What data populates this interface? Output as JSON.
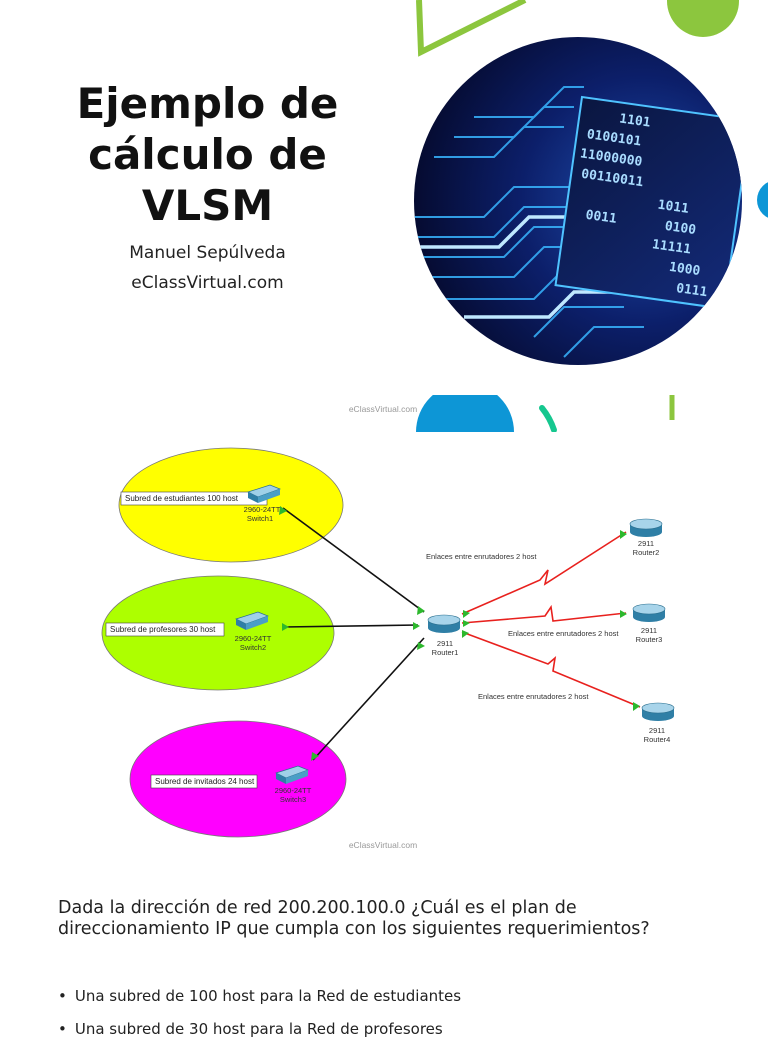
{
  "title_lines": [
    "Ejemplo de",
    "cálculo de",
    "VLSM"
  ],
  "author": "Manuel Sepúlveda",
  "site": "eClassVirtual.com",
  "colors": {
    "green": "#8cc63e",
    "blue": "#0d96d6",
    "teal": "#16c78f",
    "students_net": "#ffff00",
    "teachers_net": "#adff00",
    "guests_net": "#ff00ff",
    "wan_link": "#e8211e"
  },
  "circuit_binary": [
    "1101",
    "0100101",
    "11000000",
    "00110011",
    "1011",
    "0100",
    "11111",
    "0011",
    "1000",
    "0111"
  ],
  "diagram": {
    "watermark_top": "eClassVirtual.com",
    "watermark_bottom": "eClassVirtual.com",
    "networks": [
      {
        "label": "Subred de estudiantes 100 host",
        "switch_model": "2960-24TT",
        "switch_name": "Switch1"
      },
      {
        "label": "Subred de profesores 30 host",
        "switch_model": "2960-24TT",
        "switch_name": "Switch2"
      },
      {
        "label": "Subred de invitados 24 host",
        "switch_model": "2960-24TT",
        "switch_name": "Switch3"
      }
    ],
    "core_router": {
      "model": "2911",
      "name": "Router1"
    },
    "remote_routers": [
      {
        "model": "2911",
        "name": "Router2"
      },
      {
        "model": "2911",
        "name": "Router3"
      },
      {
        "model": "2911",
        "name": "Router4"
      }
    ],
    "link_labels": [
      "Enlaces entre enrutadores 2 host",
      "Enlaces entre enrutadores 2 host",
      "Enlaces entre enrutadores 2 host"
    ]
  },
  "question": "Dada la dirección de red 200.200.100.0 ¿Cuál es el plan de direccionamiento IP que cumpla con los siguientes requerimientos?",
  "requirements": [
    "Una subred de 100 host para la Red de estudiantes",
    "Una subred de 30 host para la Red de profesores"
  ]
}
